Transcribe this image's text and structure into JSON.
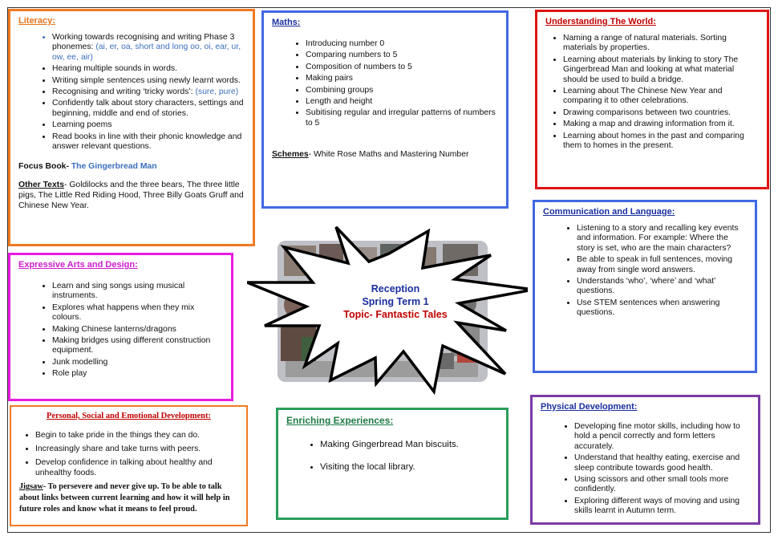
{
  "literacy": {
    "title": "Literacy:",
    "phonics_prefix": "Working towards recognising and writing Phase 3 phonemes: ",
    "phonics_sounds": "(ai, er, oa, short and long oo, oi, ear, ur, ow, ee, air)",
    "items": [
      "Hearing multiple sounds in words.",
      "Writing simple sentences using newly learnt words."
    ],
    "tricky_prefix": "Recognising and writing ‘tricky words’: ",
    "tricky_words": "(sure, pure)",
    "items2": [
      "Confidently talk about story characters, settings and beginning, middle and end of stories.",
      "Learning poems",
      "Read books in line with their phonic knowledge and answer relevant questions."
    ],
    "focus_label": "Focus Book- ",
    "focus_book": "The Gingerbread Man",
    "other_label": "Other Texts",
    "other_texts": "- Goldilocks and the three bears, The three little pigs, The Little Red Riding Hood, Three Billy Goats Gruff and Chinese New Year."
  },
  "maths": {
    "title": "Maths:",
    "items": [
      "Introducing number 0",
      "Comparing numbers to 5",
      "Composition of numbers to 5",
      "Making pairs",
      "Combining groups",
      "Length and height",
      "Subitising regular and irregular patterns of numbers to 5"
    ],
    "schemes_label": "Schemes",
    "schemes_text": "- White Rose Maths and Mastering Number"
  },
  "understanding_world": {
    "title": "Understanding The World:",
    "items": [
      "Naming a range of natural materials. Sorting materials by properties.",
      "Learning about materials by linking to story The Gingerbread Man and looking at what material should be used to build a bridge.",
      "Learning about The Chinese New Year and comparing it to other celebrations.",
      "Drawing comparisons between two countries.",
      "Making a map and drawing information from it.",
      "Learning about homes in the past and comparing them to homes in the present."
    ]
  },
  "communication": {
    "title": "Communication and Language:",
    "items": [
      "Listening to a story and recalling key events and information. For example: Where the story is set, who are the main characters?",
      "Be able to speak in full sentences, moving away from single word answers.",
      "Understands ‘who’, ‘where’ and ‘what’ questions.",
      "Use STEM sentences when answering questions."
    ]
  },
  "expressive_arts": {
    "title": "Expressive Arts and Design:",
    "items": [
      "Learn and sing songs using musical instruments.",
      "Explores what happens when they mix colours.",
      "Making Chinese lanterns/dragons",
      "Making bridges using different construction equipment.",
      "Junk modelling",
      "Role play"
    ]
  },
  "center": {
    "line1": "Reception",
    "line2": "Spring Term 1",
    "line3": "Topic- Fantastic Tales"
  },
  "psed": {
    "title": "Personal, Social and Emotional Development:",
    "items": [
      "Begin to take pride in the things they can do.",
      "Increasingly share and take turns with peers.",
      "Develop confidence in talking about healthy and unhealthy foods."
    ],
    "jigsaw_label": "Jigsaw",
    "jigsaw_text": "- To persevere and never give up. To be able to talk about links between current learning and how it will help in future roles and know what it means to feel proud."
  },
  "enriching": {
    "title": "Enriching Experiences:",
    "items": [
      "Making Gingerbread Man biscuits.",
      "Visiting the local library."
    ]
  },
  "physical": {
    "title": "Physical Development:",
    "items": [
      "Developing fine motor skills, including how to hold a pencil correctly and form letters accurately.",
      "Understand that healthy eating, exercise and sleep contribute towards good health.",
      "Using scissors and other small tools more confidently.",
      "Exploring different ways of moving and using skills learnt in Autumn term."
    ]
  }
}
